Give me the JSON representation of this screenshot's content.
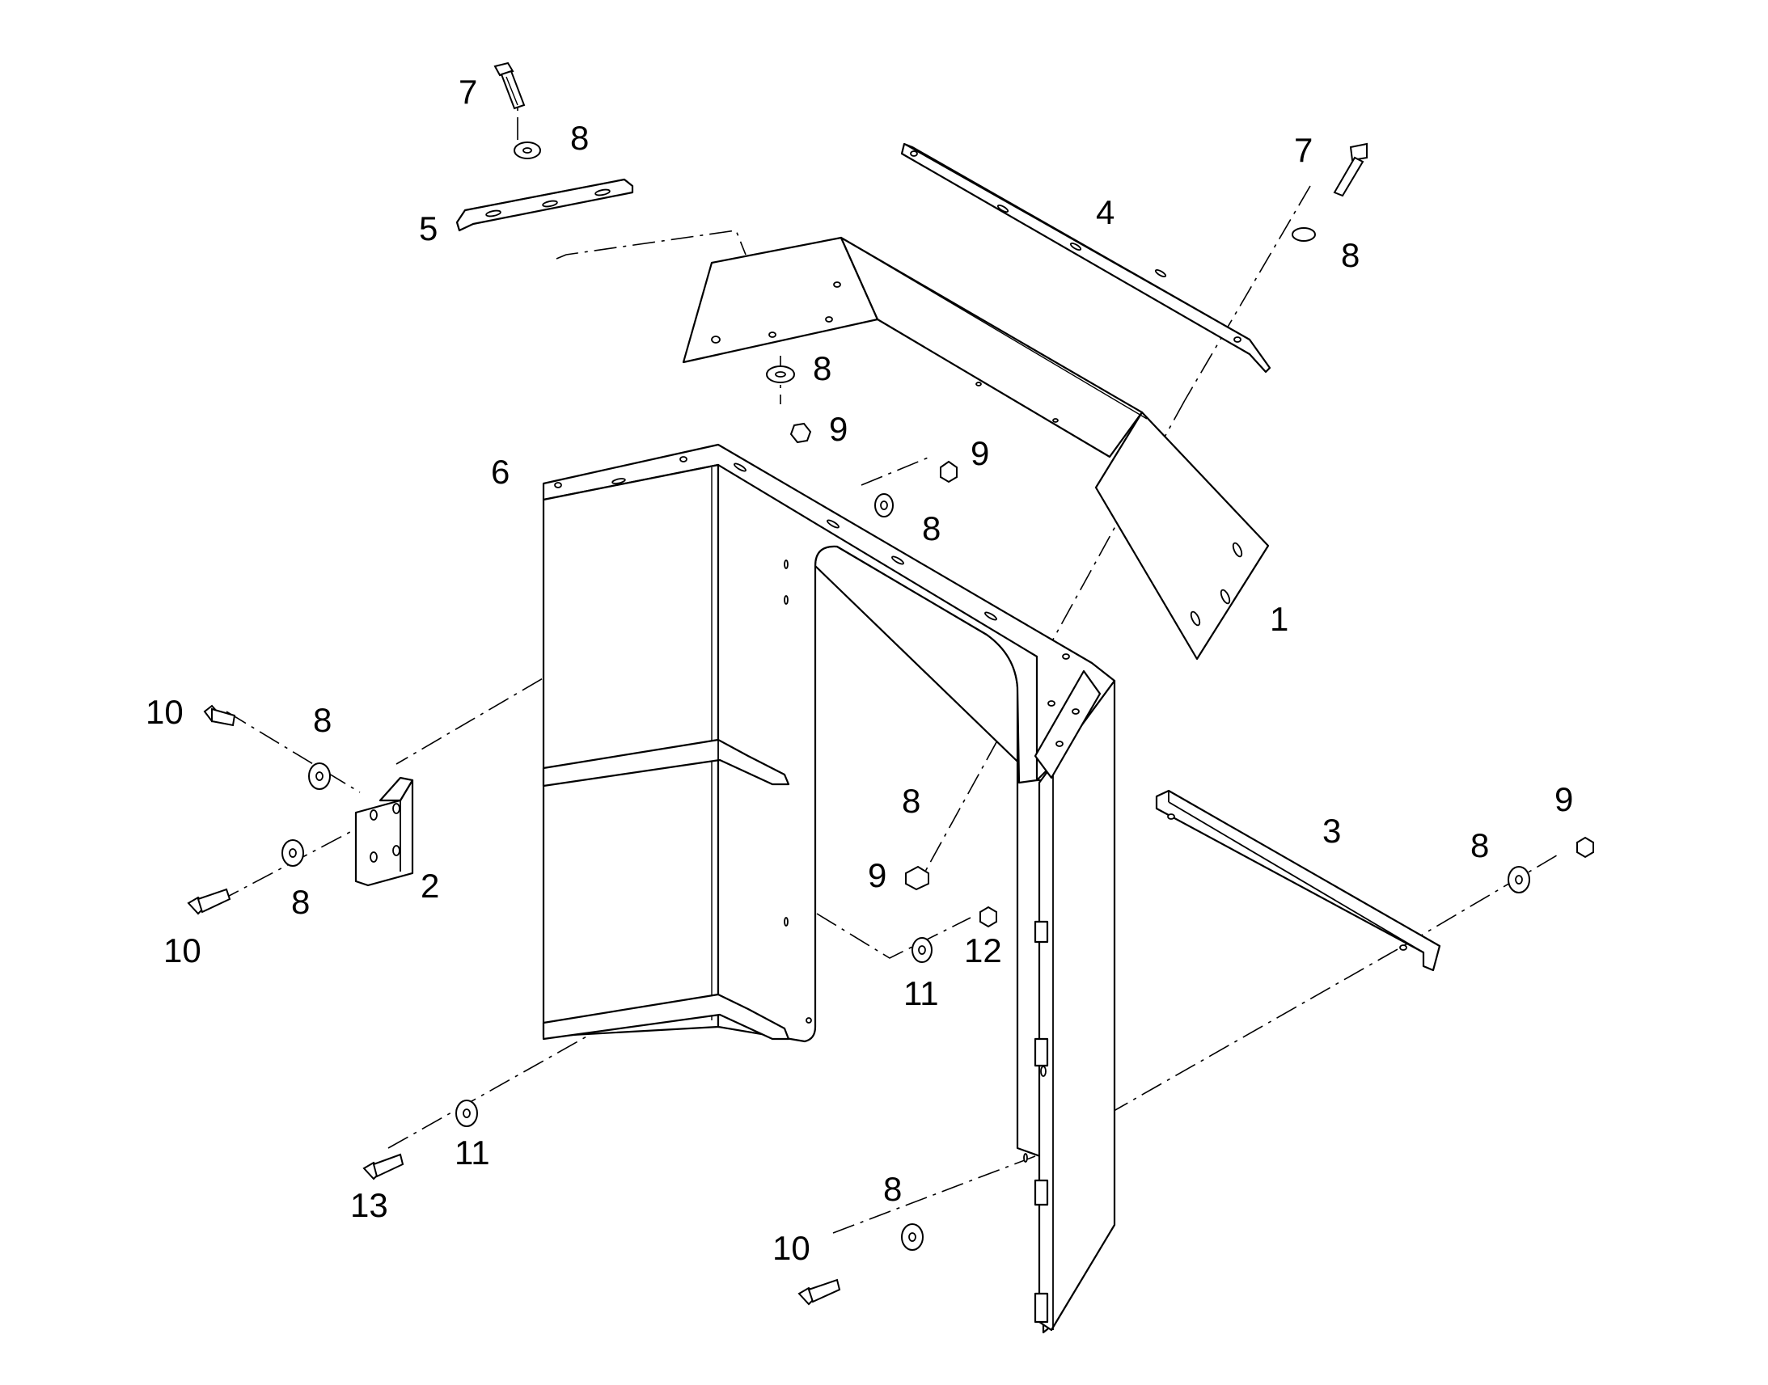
{
  "callouts": {
    "c1": "1",
    "c2": "2",
    "c3": "3",
    "c4": "4",
    "c5": "5",
    "c6": "6",
    "c7a": "7",
    "c7b": "7",
    "c8a": "8",
    "c8b": "8",
    "c8c": "8",
    "c8d": "8",
    "c8e": "8",
    "c8f": "8",
    "c8g": "8",
    "c8h": "8",
    "c8i": "8",
    "c9a": "9",
    "c9b": "9",
    "c9c": "9",
    "c9d": "9",
    "c10a": "10",
    "c10b": "10",
    "c10c": "10",
    "c11a": "11",
    "c11b": "11",
    "c12": "12",
    "c13": "13"
  }
}
